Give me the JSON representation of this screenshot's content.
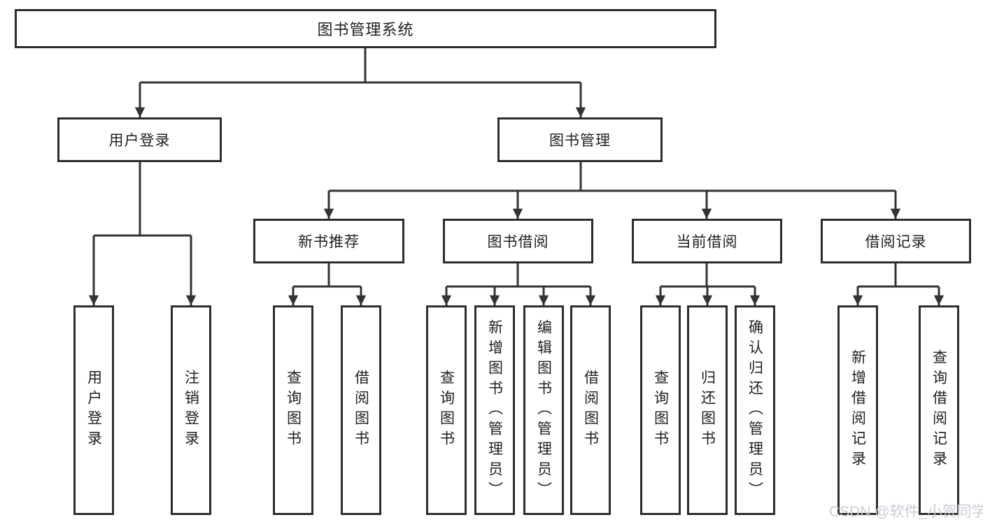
{
  "tree": {
    "root": "图书管理系统",
    "branches": [
      {
        "label": "用户登录",
        "children": [
          "用户登录",
          "注销登录"
        ]
      },
      {
        "label": "图书管理",
        "modules": [
          {
            "label": "新书推荐",
            "children": [
              "查询图书",
              "借阅图书"
            ]
          },
          {
            "label": "图书借阅",
            "children": [
              "查询图书",
              "新增图书（管理员）",
              "编辑图书（管理员）",
              "借阅图书"
            ]
          },
          {
            "label": "当前借阅",
            "children": [
              "查询图书",
              "归还图书",
              "确认归还（管理员）"
            ]
          },
          {
            "label": "借阅记录",
            "children": [
              "新增借阅记录",
              "查询借阅记录"
            ]
          }
        ]
      }
    ]
  },
  "watermark": {
    "text": "CSDN @软件_小贺同学",
    "color": "#c9cdd5"
  },
  "colors": {
    "line": "#333333",
    "box_border": "#2d2d2d",
    "background": "#ffffff",
    "text": "#1f1f1f"
  }
}
